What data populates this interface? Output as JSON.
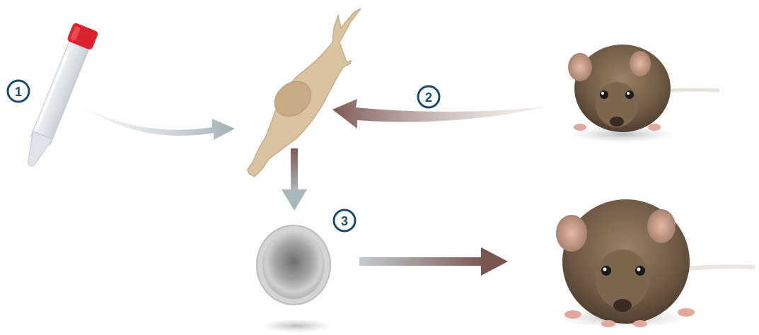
{
  "steps": [
    {
      "number": "1",
      "color": "#1d4a68"
    },
    {
      "number": "2",
      "color": "#1d4a68"
    },
    {
      "number": "3",
      "color": "#1d4a68"
    }
  ],
  "colors": {
    "tube_cap": "#d9232d",
    "cell_body": "#d9c3a0",
    "cell_nucleus": "#c9aa86",
    "arrow_grey": "#a9b5b8",
    "arrow_brown": "#7d5a55",
    "mouse_fur": "#7a6450",
    "sphere": "#9a9a9a"
  },
  "icons": [
    "test-tube-icon",
    "fibroblast-cell-icon",
    "mouse-icon",
    "stem-cell-sphere-icon",
    "adult-mouse-icon"
  ]
}
